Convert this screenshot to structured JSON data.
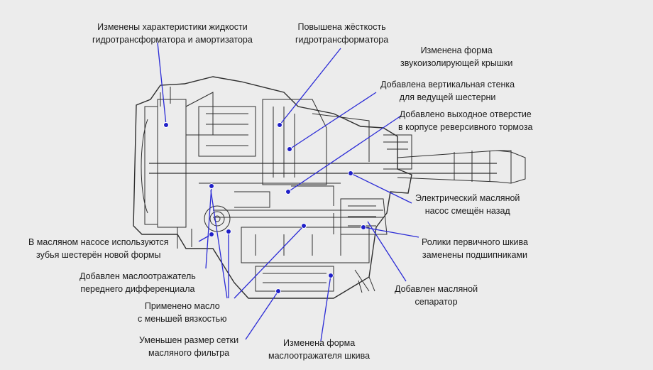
{
  "colors": {
    "leader": "#2b2bd6",
    "dot": "#2020c8",
    "drawing": "#2e2e2e",
    "background": "#ececec"
  },
  "callouts": {
    "fluid": {
      "l1": "Изменены характеристики жидкости",
      "l2": "гидротрансформатора и амортизатора"
    },
    "stiffness": {
      "l1": "Повышена жёсткость",
      "l2": "гидротрансформатора"
    },
    "cover": {
      "l1": "Изменена форма",
      "l2": "звукоизолирующей крышки"
    },
    "wall": {
      "l1": "Добавлена вертикальная стенка",
      "l2": "для ведущей шестерни"
    },
    "outlet": {
      "l1": "Добавлено выходное отверстие",
      "l2": "в корпусе реверсивного тормоза"
    },
    "pump_moved": {
      "l1": "Электрический масляной",
      "l2": "насос смещён назад"
    },
    "rollers": {
      "l1": "Ролики первичного шкива",
      "l2": "заменены подшипниками"
    },
    "separator": {
      "l1": "Добавлен масляной",
      "l2": "сепаратор"
    },
    "gear_teeth": {
      "l1": "В масляном насосе используются",
      "l2": "зубья шестерён новой формы"
    },
    "diff_baffle": {
      "l1": "Добавлен маслоотражатель",
      "l2": "переднего дифференциала"
    },
    "viscosity": {
      "l1": "Применено масло",
      "l2": "с меньшей вязкостью"
    },
    "filter": {
      "l1": "Уменьшен размер сетки",
      "l2": "масляного фильтра"
    },
    "pulley_baffle": {
      "l1": "Изменена форма",
      "l2": "маслоотражателя шкива"
    }
  }
}
